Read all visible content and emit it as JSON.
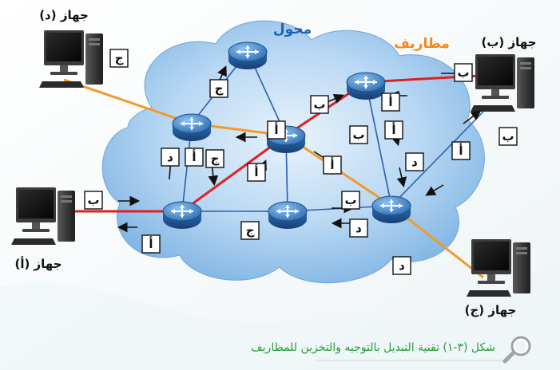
{
  "labels": {
    "switch": "محول",
    "packets": "مظاريف",
    "device_a": "جهاز (أ)",
    "device_b": "جهاز (ب)",
    "device_c": "جهاز (ج)",
    "device_d": "جهاز (د)"
  },
  "letters": {
    "a": "أ",
    "b": "ب",
    "c": "ج",
    "d": "د"
  },
  "caption": "شكل (٣-١) تقنية التبديل بالتوجيه والتخزين للمظاريف",
  "icons": [
    "router-icon",
    "computer-icon",
    "magnifier-icon"
  ],
  "colors": {
    "cloud": "#9cc6ec",
    "switch_label": "#1f5fb0",
    "packets_label": "#f08a1c",
    "line_red": "#e02020",
    "line_orange": "#f29a2a",
    "line_blue": "#2a5db0",
    "caption": "#2a9a3a"
  }
}
